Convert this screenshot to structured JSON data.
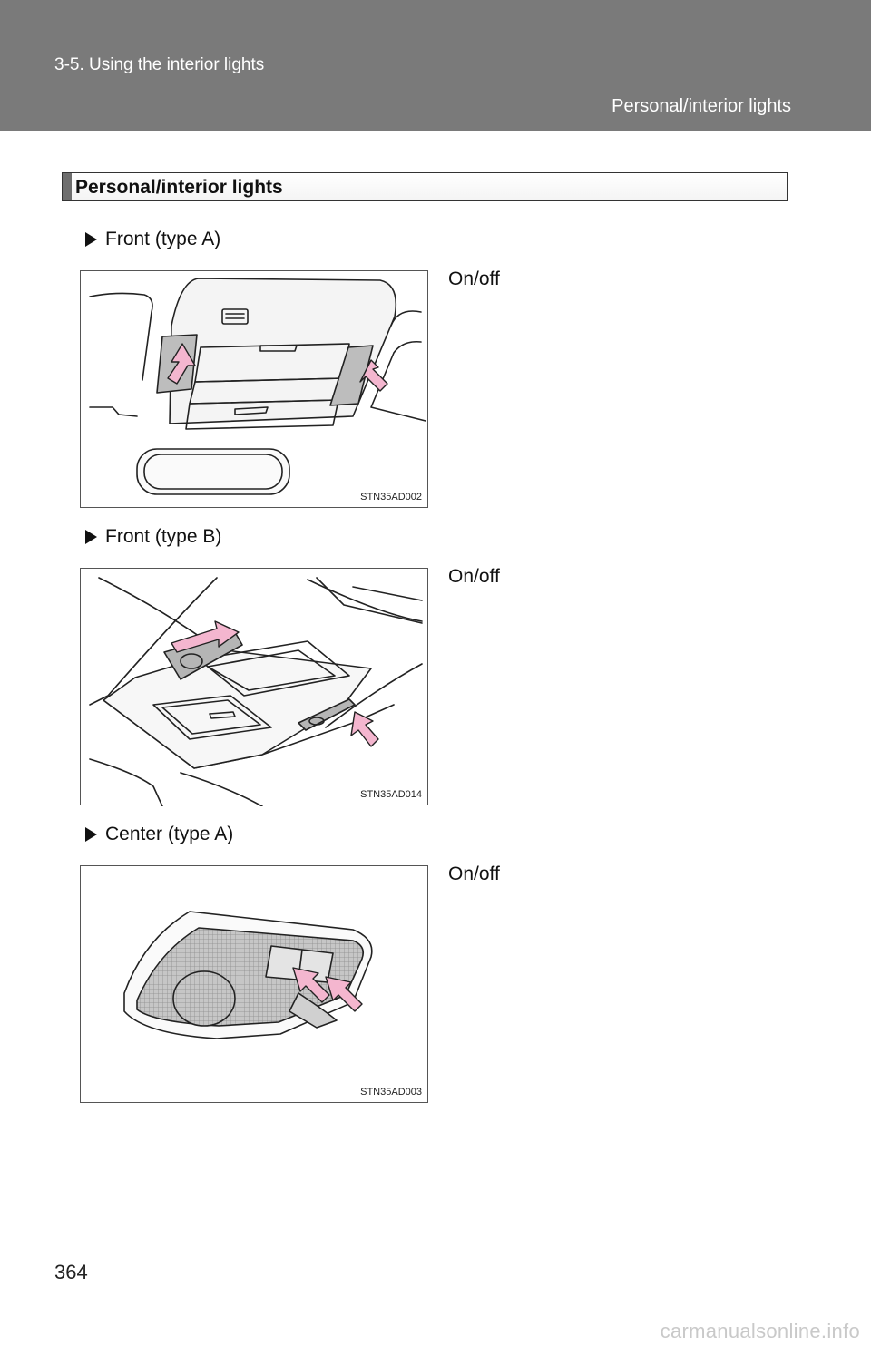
{
  "header": {
    "chapter": "3-5. Using the interior lights",
    "section": "Personal/interior lights"
  },
  "section_title": "Personal/interior lights",
  "items": [
    {
      "heading": "Front (type A)",
      "caption": "On/off",
      "figure_code": "STN35AD002",
      "icon": "triangle-bullet-icon"
    },
    {
      "heading": "Front (type B)",
      "caption": "On/off",
      "figure_code": "STN35AD014",
      "icon": "triangle-bullet-icon"
    },
    {
      "heading": "Center (type A)",
      "caption": "On/off",
      "figure_code": "STN35AD003",
      "icon": "triangle-bullet-icon"
    }
  ],
  "page_number": "364",
  "watermark": "carmanualsonline.info",
  "colors": {
    "header_bg": "#7a7a7a",
    "arrow_fill": "#f4b6cf",
    "panel_gray": "#b9b9b9"
  }
}
